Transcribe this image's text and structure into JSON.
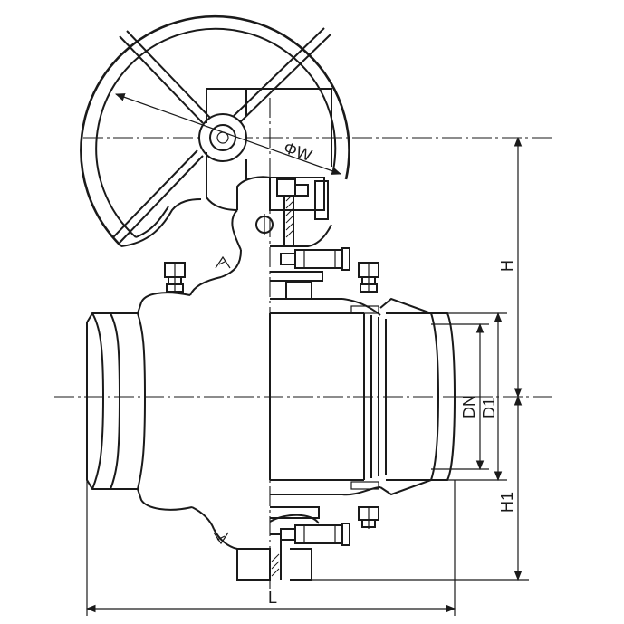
{
  "diagram": {
    "labels": {
      "handwheel_diameter": "ΦW",
      "height": "H",
      "height_to_base": "H1",
      "nominal_diameter": "DN",
      "bore_diameter": "D1",
      "length": "L"
    }
  }
}
